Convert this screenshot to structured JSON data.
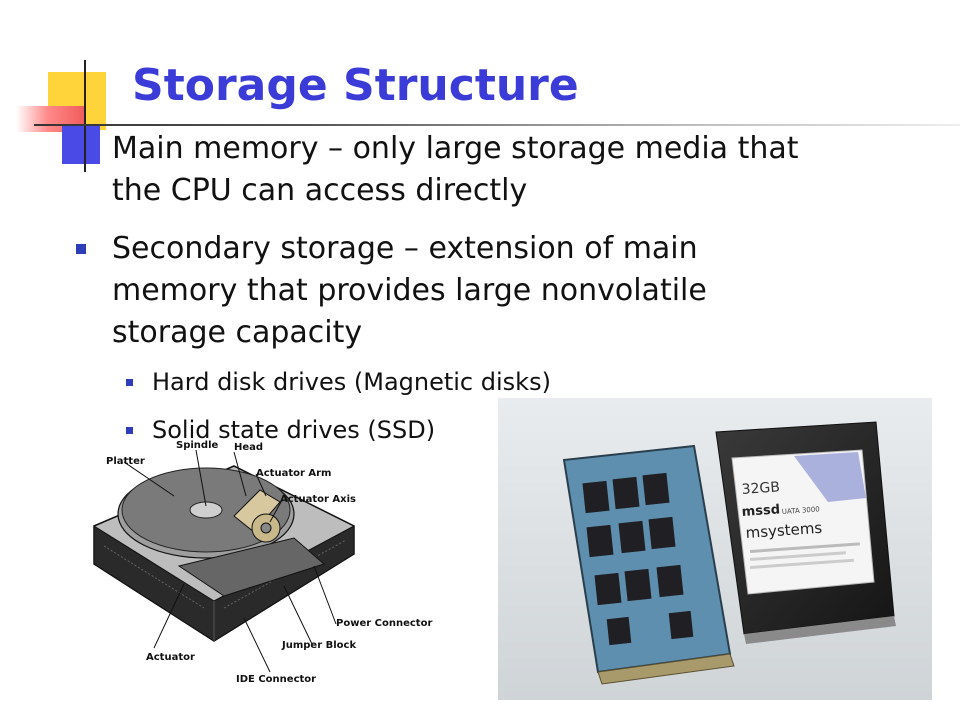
{
  "slide": {
    "title": "Storage Structure",
    "bullets": [
      {
        "text": "Main memory – only large storage media that the CPU can access directly"
      },
      {
        "text": "Secondary storage – extension of main memory that provides large nonvolatile storage capacity"
      }
    ],
    "sub_bullets": [
      {
        "text": "Hard disk drives (Magnetic disks)"
      },
      {
        "text": "Solid state drives (SSD)"
      }
    ]
  },
  "hdd_diagram": {
    "labels": {
      "platter": "Platter",
      "spindle": "Spindle",
      "head": "Head",
      "actuator_arm": "Actuator Arm",
      "actuator_axis": "Actuator Axis",
      "power_connector": "Power Connector",
      "jumper_block": "Jumper Block",
      "actuator": "Actuator",
      "ide_connector": "IDE Connector"
    }
  },
  "ssd_photo": {
    "label_capacity": "32GB",
    "label_model": "mssd",
    "label_model_suffix": "UATA 3000",
    "label_brand": "msystems"
  },
  "colors": {
    "title": "#3b3bd8",
    "bullet_marker": "#2e3eb8",
    "deco_yellow": "#ffd43b",
    "deco_red": "#f05a5a",
    "deco_blue": "#4a4ae6"
  }
}
